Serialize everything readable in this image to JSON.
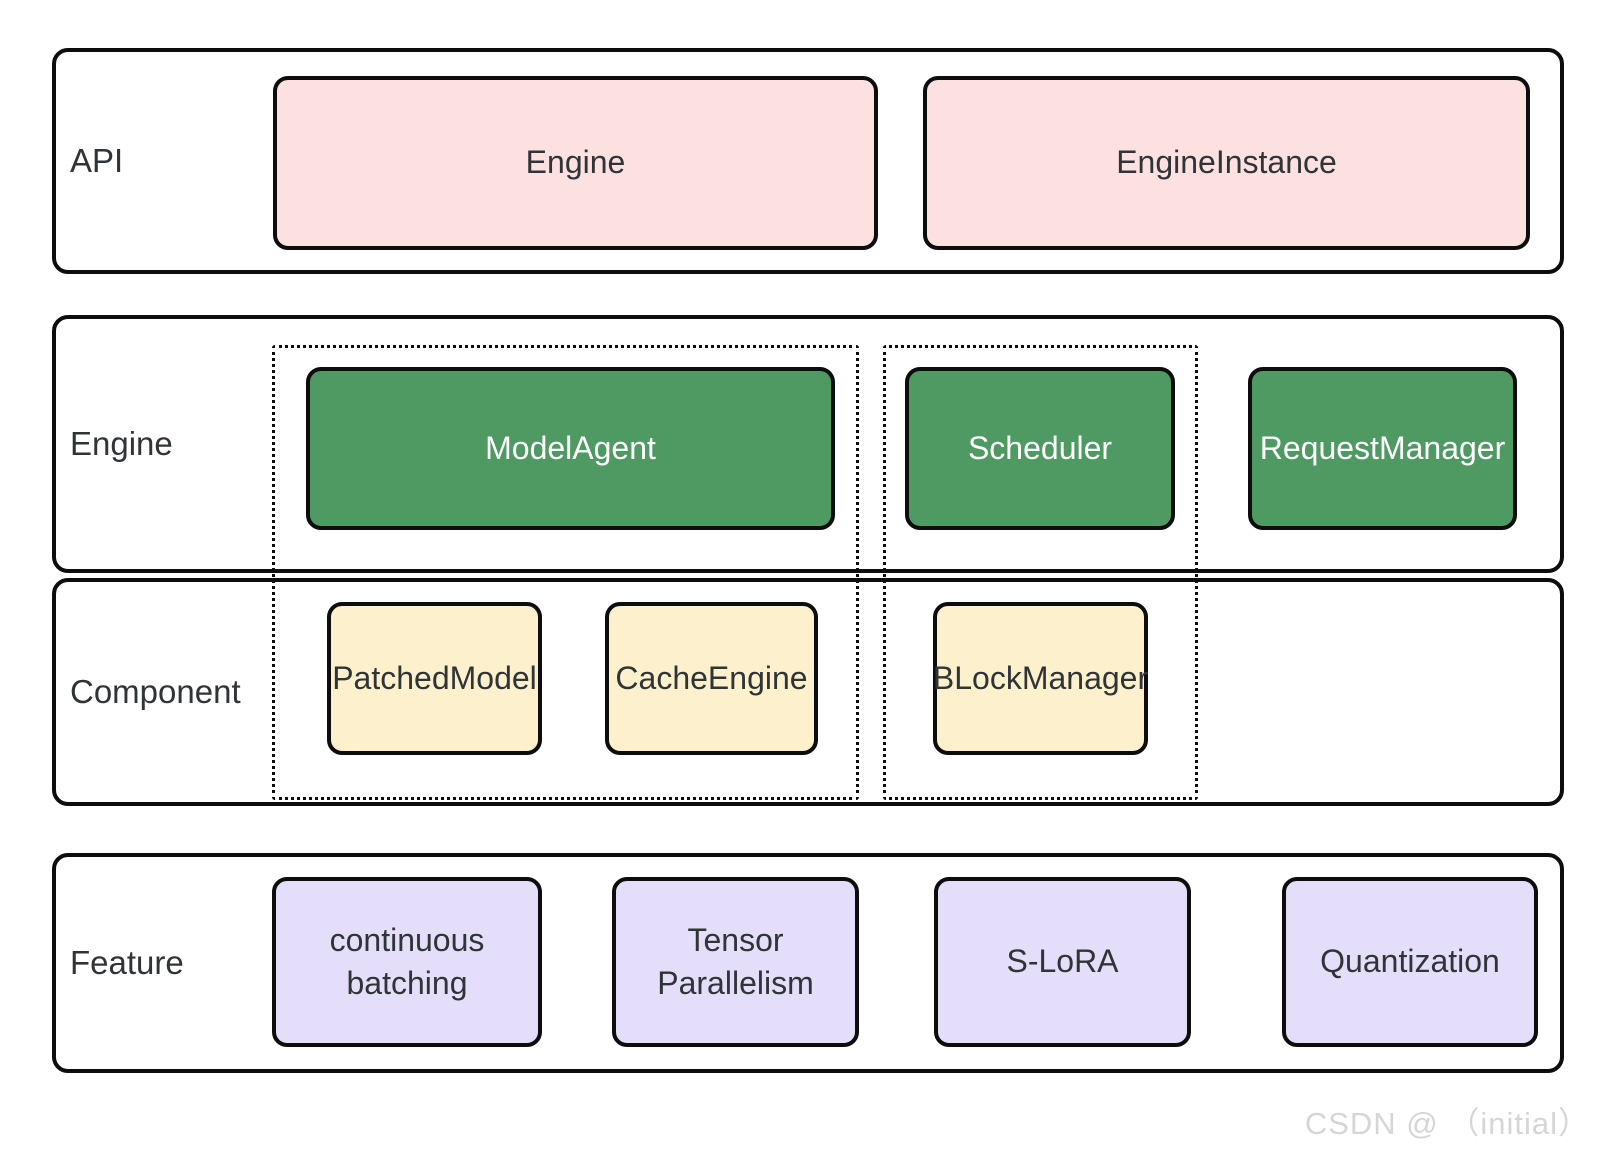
{
  "layers": {
    "api": {
      "label": "API"
    },
    "engine": {
      "label": "Engine"
    },
    "component": {
      "label": "Component"
    },
    "feature": {
      "label": "Feature"
    }
  },
  "nodes": {
    "engine": {
      "label": "Engine"
    },
    "engine_instance": {
      "label": "EngineInstance"
    },
    "model_agent": {
      "label": "ModelAgent"
    },
    "scheduler": {
      "label": "Scheduler"
    },
    "request_manager": {
      "label": "RequestManager"
    },
    "patched_model": {
      "label": "PatchedModel"
    },
    "cache_engine": {
      "label": "CacheEngine"
    },
    "block_manager": {
      "label": "BLockManager"
    },
    "continuous_batching": {
      "label": "continuous\nbatching"
    },
    "tensor_parallelism": {
      "label": "Tensor\nParallelism"
    },
    "s_lora": {
      "label": "S-LoRA"
    },
    "quantization": {
      "label": "Quantization"
    }
  },
  "colors": {
    "api_node_fill": "#fde0e0",
    "engine_node_fill": "#4f9963",
    "component_node_fill": "#fcf0cd",
    "feature_node_fill": "#e5defa",
    "border": "#0d0d0d",
    "text_dark": "#2f3437",
    "text_on_green": "#ffffff",
    "watermark_gray": "#d6d6d6",
    "background": "#ffffff"
  },
  "watermark": {
    "text": "CSDN @ （initial）"
  }
}
